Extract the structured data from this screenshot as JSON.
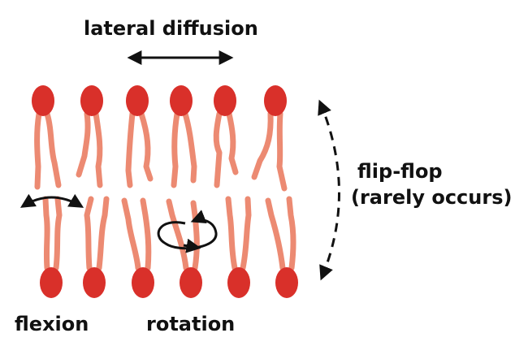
{
  "labels": {
    "lateral_diffusion": "lateral diffusion",
    "flip_flop": "flip-flop",
    "rarely_occurs": "(rarely occurs)",
    "flexion": "flexion",
    "rotation": "rotation"
  },
  "colors": {
    "head": "#d9302a",
    "tail": "#ec8a72",
    "arrow": "#111111",
    "text": "#111111"
  }
}
